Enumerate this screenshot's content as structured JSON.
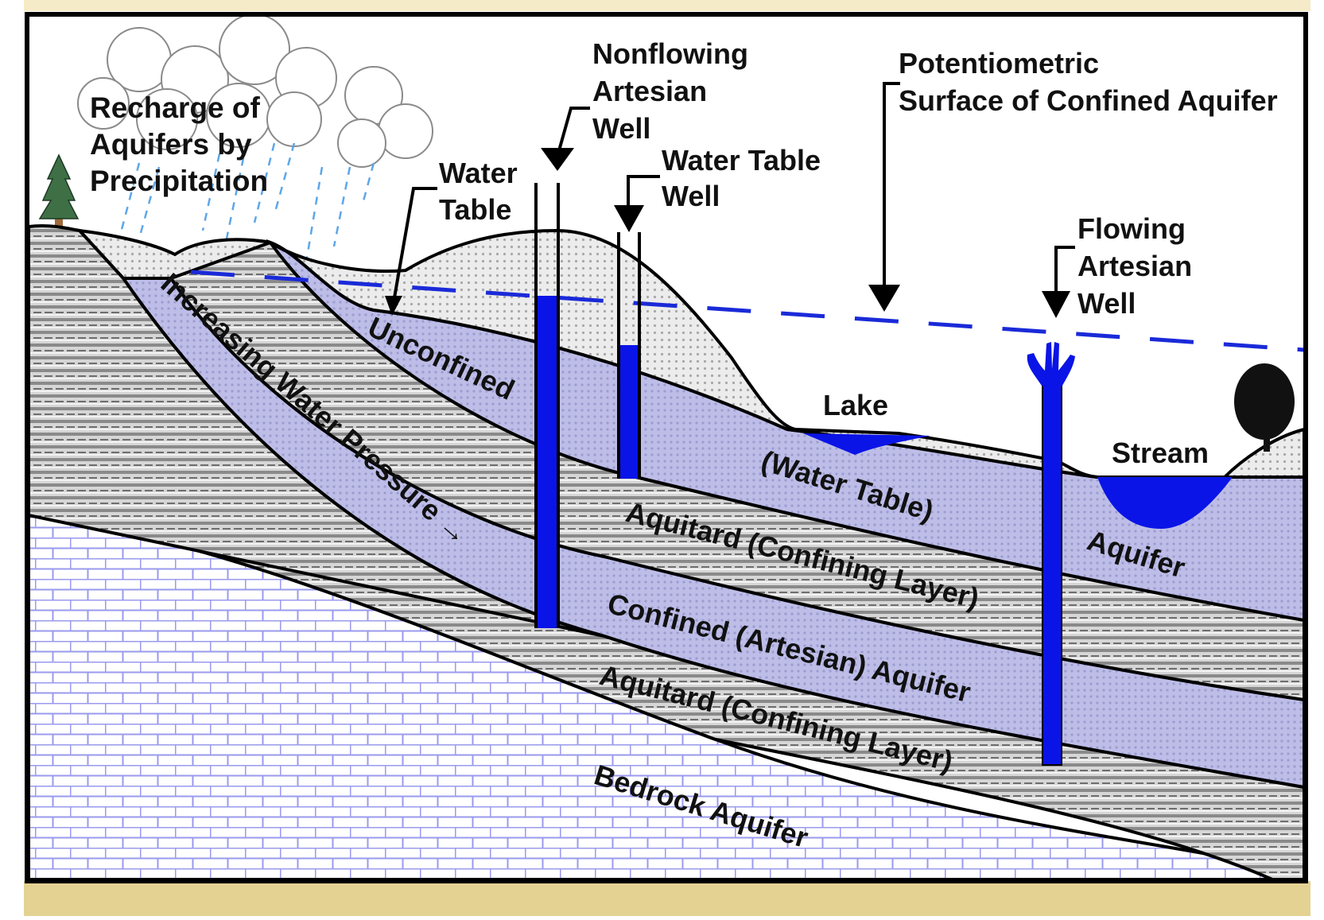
{
  "title": "Aquifer cross-section diagram",
  "colors": {
    "water": "#0a14e6",
    "aquifer_fill": "#b9b9e6",
    "sand_fill": "#e6e6e6",
    "clay_fill": "#cfcfcf",
    "bedrock_grid": "#9a9aee",
    "water_table_dash": "#1a2ad8",
    "frame": "#000000",
    "band_top": "#f6ebc8",
    "band_bottom": "#e4d293"
  },
  "labels": {
    "recharge": [
      "Recharge of",
      "Aquifers by",
      "Precipitation"
    ],
    "water_table": [
      "Water",
      "Table"
    ],
    "nonflowing_well": [
      "Nonflowing",
      "Artesian",
      "Well"
    ],
    "water_table_well": [
      "Water Table",
      "Well"
    ],
    "potentiometric": [
      "Potentiometric",
      "Surface of Confined Aquifer"
    ],
    "flowing_well": [
      "Flowing",
      "Artesian",
      "Well"
    ],
    "lake": "Lake",
    "stream": "Stream",
    "unconfined": "Unconfined",
    "water_table_paren": "(Water Table)",
    "aquifer": "Aquifer",
    "increasing_pressure": "Increasing Water Pressure →",
    "aquitard_upper": "Aquitard (Confining Layer)",
    "confined_aquifer": "Confined (Artesian) Aquifer",
    "aquitard_lower": "Aquitard (Confining Layer)",
    "bedrock": "Bedrock Aquifer"
  }
}
